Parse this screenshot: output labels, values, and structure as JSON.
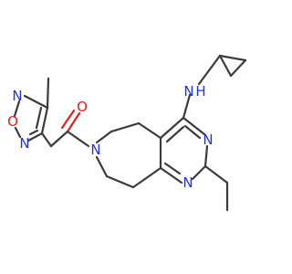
{
  "molecule": {
    "atoms": {
      "amine_n": {
        "label": "N",
        "element": "N"
      },
      "amine_h": {
        "label": "H",
        "element": "N"
      },
      "pyr_n3": {
        "label": "N",
        "element": "N"
      },
      "pyr_n1": {
        "label": "N",
        "element": "N"
      },
      "ring_n": {
        "label": "N",
        "element": "N"
      },
      "carbonyl_o": {
        "label": "O",
        "element": "O"
      },
      "oxa_n1": {
        "label": "N",
        "element": "N"
      },
      "oxa_o": {
        "label": "O",
        "element": "O"
      },
      "oxa_n2": {
        "label": "N",
        "element": "N"
      }
    },
    "colors": {
      "carbon_bond": "#3b3b3b",
      "nitrogen": "#2433d6",
      "oxygen": "#e01f1f",
      "background": "#ffffff"
    }
  }
}
